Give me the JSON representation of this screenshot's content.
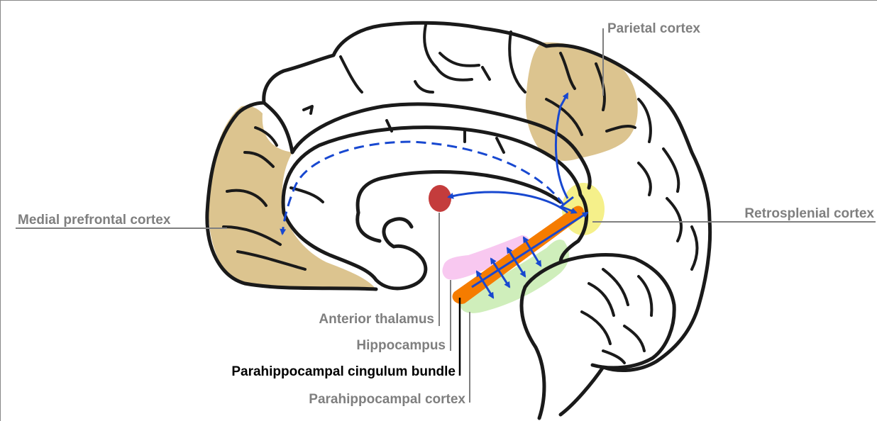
{
  "labels": {
    "parietal_cortex": "Parietal cortex",
    "medial_prefrontal_cortex": "Medial prefrontal cortex",
    "retrosplenial_cortex": "Retrosplenial cortex",
    "anterior_thalamus": "Anterior thalamus",
    "hippocampus": "Hippocampus",
    "parahippocampal_cingulum_bundle": "Parahippocampal cingulum bundle",
    "parahippocampal_cortex": "Parahippocampal cortex"
  },
  "colors": {
    "cortex_region": "#dcc48f",
    "retrosplenial": "#f5f08a",
    "hippocampus": "#f8c8f0",
    "parahippocampal_cortex": "#cfeebb",
    "cingulum_bundle": "#f57c00",
    "thalamus": "#c43c3c",
    "arrow": "#1848d0",
    "label_grey": "#7f7f7f",
    "label_black": "#000000"
  }
}
